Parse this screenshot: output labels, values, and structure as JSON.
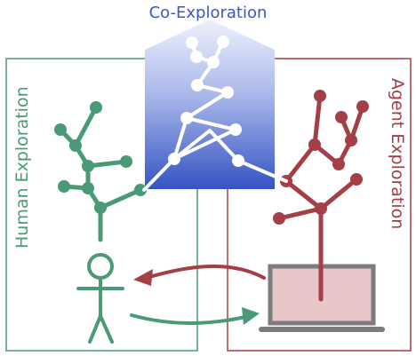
{
  "diagram": {
    "title": "Co-Exploration",
    "human_label": "Human Exploration",
    "agent_label": "Agent Exploration",
    "colors": {
      "human": "#4a9a76",
      "agent": "#a43e47",
      "co_top": "#e8ecfa",
      "co_bottom": "#3553c3",
      "screen": "#e7c6c8",
      "laptop": "#7c7c7c"
    },
    "icons": [
      "stick-figure-icon",
      "laptop-icon"
    ]
  }
}
